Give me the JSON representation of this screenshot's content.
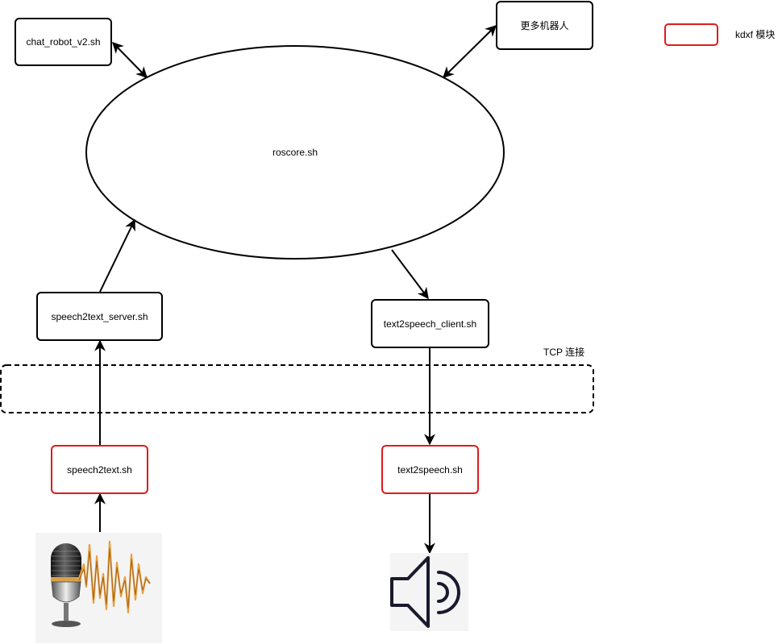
{
  "nodes": {
    "chat_robot": "chat_robot_v2.sh",
    "more_robots": "更多机器人",
    "roscore": "roscore.sh",
    "speech2text_server": "speech2text_server.sh",
    "text2speech_client": "text2speech_client.sh",
    "speech2text": "speech2text.sh",
    "text2speech": "text2speech.sh"
  },
  "tcp_label": "TCP 连接",
  "legend": {
    "label": "kdxf 模块",
    "color": "#e01b1b"
  },
  "icons": {
    "microphone": "microphone-waveform-icon",
    "speaker": "speaker-icon"
  },
  "colors": {
    "line": "#000000",
    "module_border": "#e01b1b",
    "waveform": "#e8a040"
  }
}
